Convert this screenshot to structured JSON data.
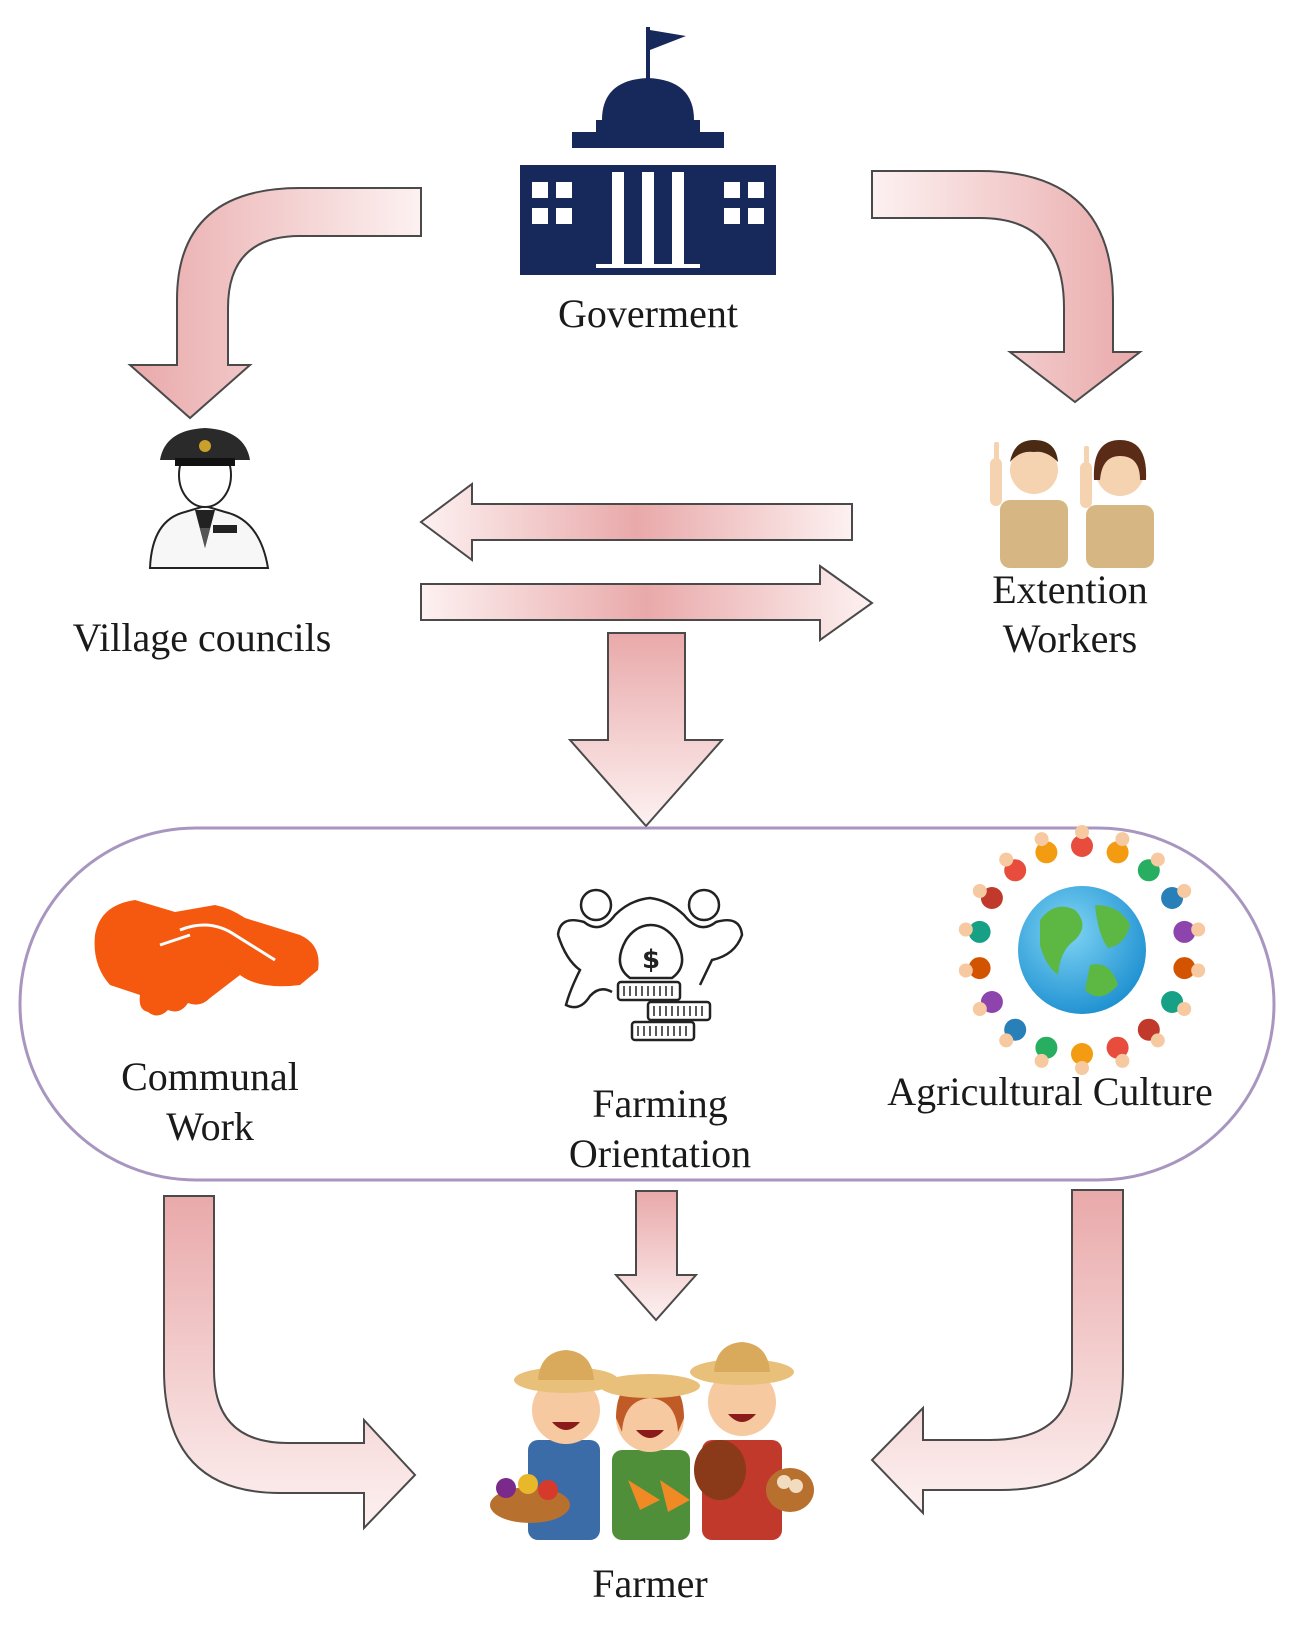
{
  "labels": {
    "government": "Goverment",
    "village_councils": "Village councils",
    "extension_line1": "Extention",
    "extension_line2": "Workers",
    "communal_line1": "Communal",
    "communal_line2": "Work",
    "farming_line1": "Farming",
    "farming_line2": "Orientation",
    "agricultural_culture": "Agricultural Culture",
    "farmer": "Farmer"
  },
  "icons": {
    "government": "government-building-icon",
    "village_councils": "village-official-icon",
    "extension_workers": "extension-workers-icon",
    "communal_work": "handshake-icon",
    "farming_orientation": "money-partnership-icon",
    "agricultural_culture": "globe-people-icon",
    "farmer": "farmers-icon"
  },
  "colors": {
    "arrow_fill_light": "#fdf1f1",
    "arrow_fill_dark": "#e9a9aa",
    "arrow_stroke": "#4a4a4a",
    "oval_stroke": "#a896c0",
    "building": "#17295a",
    "handshake": "#f4590f"
  }
}
